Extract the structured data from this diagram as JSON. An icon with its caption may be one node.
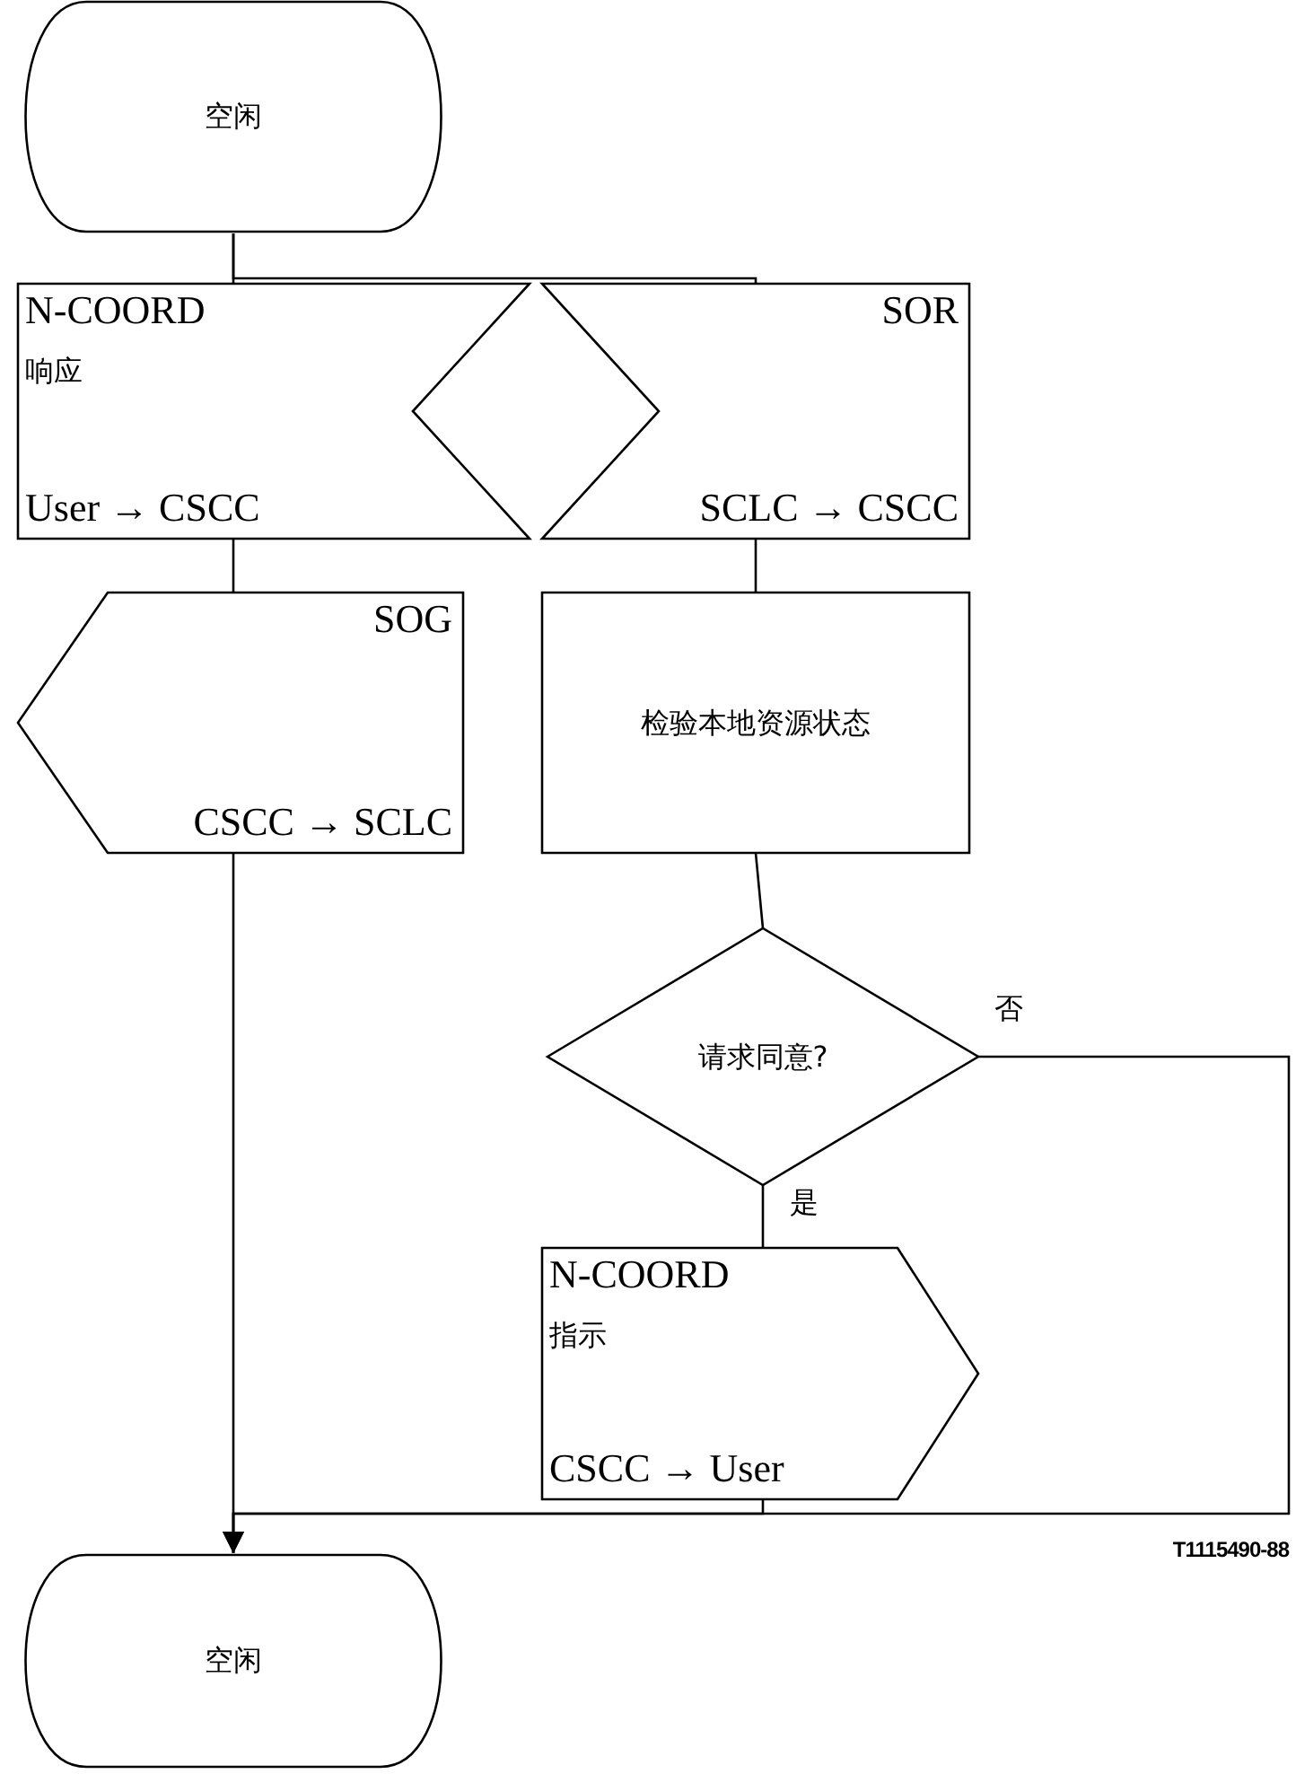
{
  "diagram": {
    "nodes": [
      {
        "text": [
          "空闲"
        ]
      },
      {
        "text": [
          "N-COORD",
          "响应",
          "User → CSCC"
        ]
      },
      {
        "text": [
          "SOR",
          "SCLC → CSCC"
        ]
      },
      {
        "text": [
          "SOG",
          "CSCC → SCLC"
        ]
      },
      {
        "text": [
          "检验本地资源状态"
        ]
      },
      {
        "text": [
          "请求同意?"
        ]
      },
      {
        "text": [
          "N-COORD",
          "指示",
          "CSCC → User"
        ]
      },
      {
        "text": [
          "空闲"
        ]
      }
    ],
    "edges": [
      {
        "from": 0,
        "to": 1,
        "arrow": "none"
      },
      {
        "from": 0,
        "to": 2,
        "arrow": "none"
      },
      {
        "from": 1,
        "to": 3,
        "arrow": "none"
      },
      {
        "from": 2,
        "to": 4,
        "arrow": "none"
      },
      {
        "from": 4,
        "to": 5,
        "arrow": "none"
      },
      {
        "from": 5,
        "to": 6,
        "label": "是",
        "arrow": "none"
      },
      {
        "from": 5,
        "to": 7,
        "label": "否",
        "arrow": "to"
      },
      {
        "from": 3,
        "to": 7,
        "arrow": "to"
      },
      {
        "from": 6,
        "to": 7,
        "arrow": "to"
      }
    ],
    "labels": [
      "T1115490-88"
    ]
  }
}
